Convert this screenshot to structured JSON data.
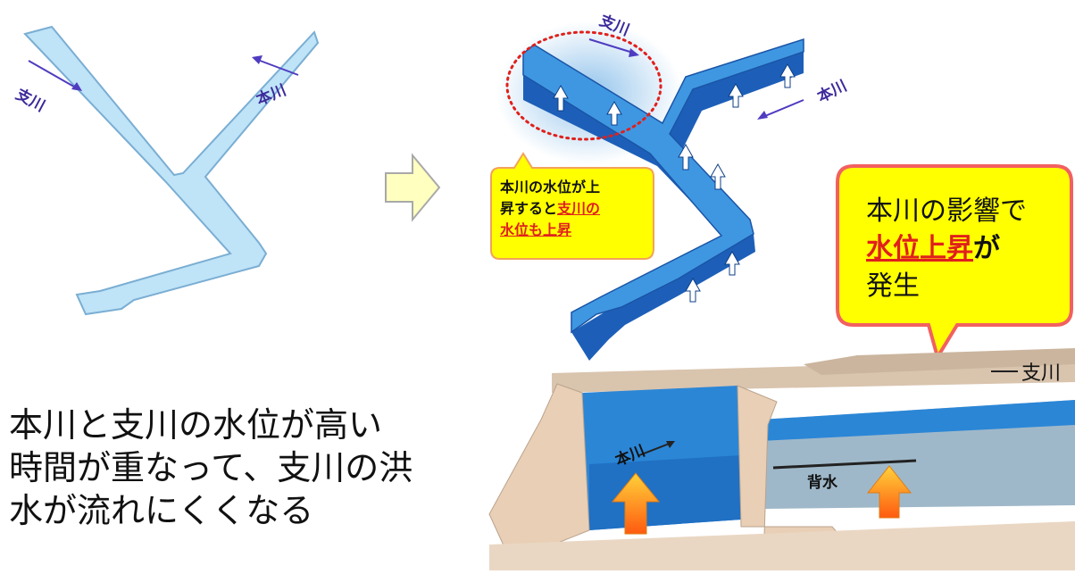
{
  "labels": {
    "tributary": "支川",
    "main_river": "本川",
    "backwater": "背水"
  },
  "callout_small": {
    "line1": "本川の水位が上",
    "line2_plain": "昇すると",
    "line2_highlight": "支川の",
    "line3_highlight": "水位も上昇"
  },
  "callout_big": {
    "line1": "本川の影響で",
    "line2_highlight": "水位上昇",
    "line2_plain": "が",
    "line3": "発生"
  },
  "caption": [
    "本川と支川の水位が高い",
    "時間が重なって、支川の洪",
    "水が流れにくくなる"
  ],
  "colors": {
    "river_light": "#bfe3f7",
    "river_outline": "#7aaed3",
    "river_3d_top": "#3f97e2",
    "river_3d_side": "#1d5fb8",
    "callout_fill": "#ffff00",
    "callout_border": "#f26060",
    "highlight": "#e0201c",
    "label_text": "#3b2a9a",
    "bank": "#e8cfb6",
    "water": "#2b86d6",
    "arrow_orange": "#ff9a1a"
  }
}
